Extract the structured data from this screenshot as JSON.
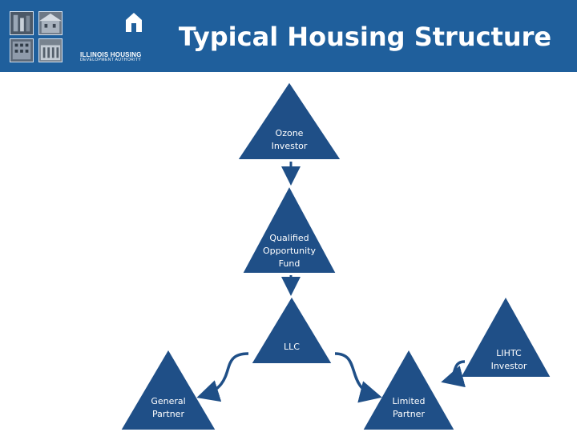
{
  "header": {
    "title": "Typical Housing Structure",
    "logo": {
      "name": "ILLINOIS HOUSING",
      "subname": "DEVELOPMENT AUTHORITY"
    }
  },
  "diagram": {
    "nodes": [
      {
        "id": "ozone-investor",
        "label": "Ozone\nInvestor"
      },
      {
        "id": "qof",
        "label": "Qualified\nOpportunity\nFund"
      },
      {
        "id": "llc",
        "label": "LLC"
      },
      {
        "id": "lihtc-investor",
        "label": "LIHTC\nInvestor"
      },
      {
        "id": "general-partner",
        "label": "General\nPartner"
      },
      {
        "id": "limited-partner",
        "label": "Limited\nPartner"
      }
    ]
  },
  "colors": {
    "header": "#1f5f9c",
    "triangle_fill": "#1f4f87",
    "triangle_stroke": "#ffffff",
    "arrow": "#1f4f87",
    "text": "#ffffff"
  }
}
